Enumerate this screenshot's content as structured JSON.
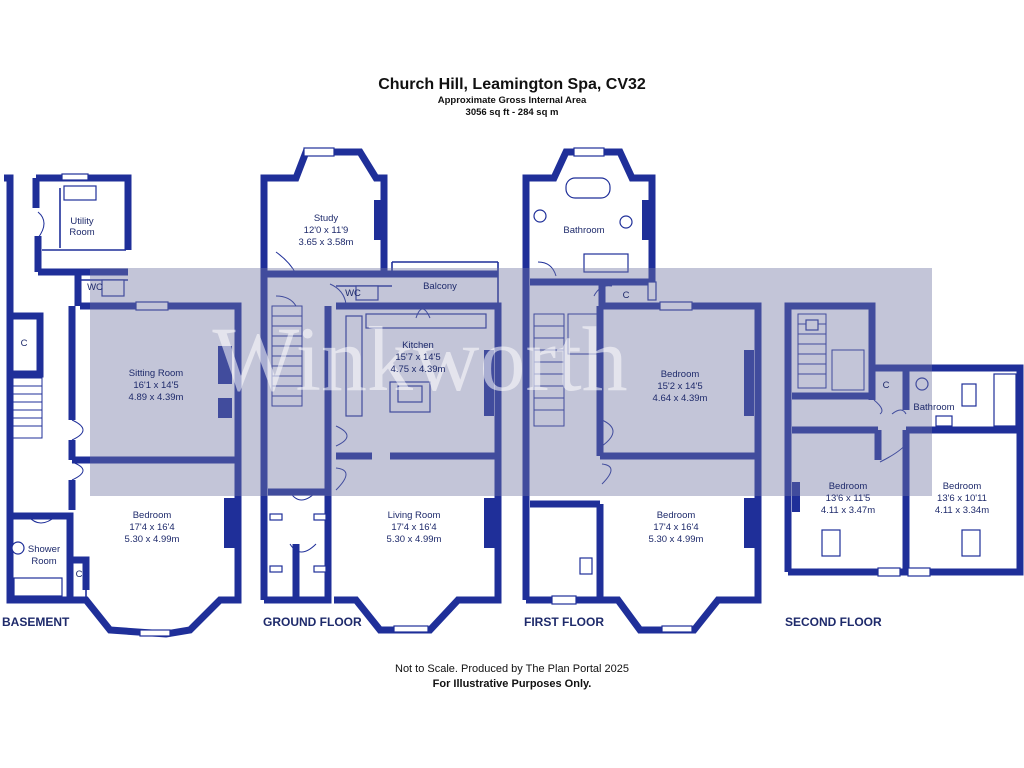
{
  "header": {
    "title": "Church Hill, Leamington Spa, CV32",
    "subtitle": "Approximate Gross Internal Area",
    "area": "3056 sq ft - 284 sq m"
  },
  "watermark": "Winkworth",
  "floors": {
    "basement": "BASEMENT",
    "ground": "GROUND FLOOR",
    "first": "FIRST FLOOR",
    "second": "SECOND FLOOR"
  },
  "rooms": {
    "utility_name": "Utility",
    "utility_name2": "Room",
    "basement_wc": "WC",
    "basement_c": "C",
    "sitting_name": "Sitting Room",
    "sitting_imp": "16'1 x 14'5",
    "sitting_met": "4.89 x 4.39m",
    "base_bed_name": "Bedroom",
    "base_bed_imp": "17'4 x 16'4",
    "base_bed_met": "5.30 x 4.99m",
    "shower_name": "Shower",
    "shower_name2": "Room",
    "basement_c2": "C",
    "study_name": "Study",
    "study_imp": "12'0 x 11'9",
    "study_met": "3.65 x 3.58m",
    "ground_wc": "WC",
    "balcony_name": "Balcony",
    "kitchen_name": "Kitchen",
    "kitchen_imp": "15'7 x 14'5",
    "kitchen_met": "4.75 x 4.39m",
    "living_name": "Living Room",
    "living_imp": "17'4 x 16'4",
    "living_met": "5.30 x 4.99m",
    "first_bath_name": "Bathroom",
    "first_c": "C",
    "first_bed1_name": "Bedroom",
    "first_bed1_imp": "15'2 x 14'5",
    "first_bed1_met": "4.64 x 4.39m",
    "first_bed2_name": "Bedroom",
    "first_bed2_imp": "17'4 x 16'4",
    "first_bed2_met": "5.30 x 4.99m",
    "second_c": "C",
    "second_bath_name": "Bathroom",
    "second_bed1_name": "Bedroom",
    "second_bed1_imp": "13'6 x 11'5",
    "second_bed1_met": "4.11 x 3.47m",
    "second_bed2_name": "Bedroom",
    "second_bed2_imp": "13'6 x 10'11",
    "second_bed2_met": "4.11 x 3.34m"
  },
  "footer": {
    "line1": "Not to Scale. Produced by The Plan Portal 2025",
    "line2": "For Illustrative Purposes Only."
  }
}
